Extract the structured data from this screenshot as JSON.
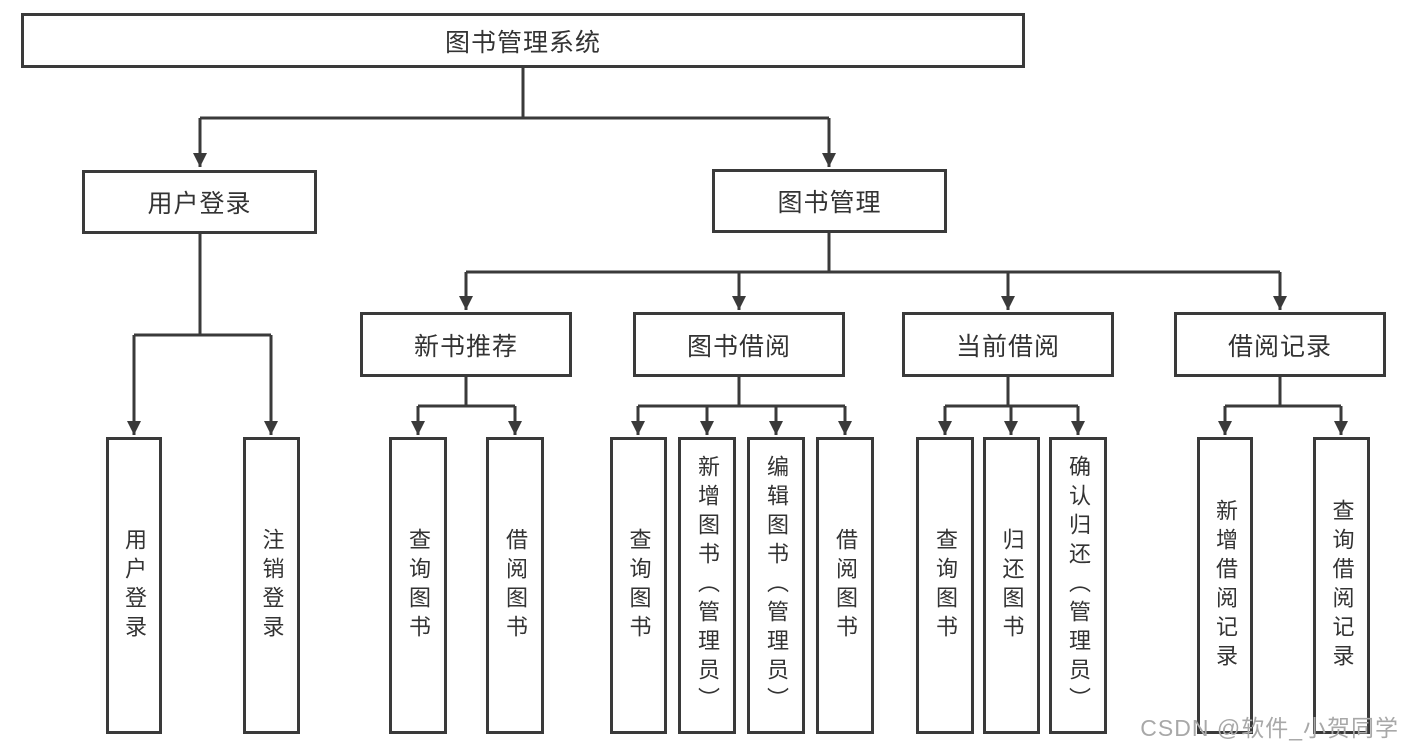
{
  "diagram": {
    "title": "图书管理系统",
    "level2": [
      "用户登录",
      "图书管理"
    ],
    "level3": [
      "新书推荐",
      "图书借阅",
      "当前借阅",
      "借阅记录"
    ],
    "leaves": {
      "login": [
        "用户登录",
        "注销登录"
      ],
      "rec": [
        "查询图书",
        "借阅图书"
      ],
      "borrow": [
        "查询图书",
        "新增图书（管理员）",
        "编辑图书（管理员）",
        "借阅图书"
      ],
      "current": [
        "查询图书",
        "归还图书",
        "确认归还（管理员）"
      ],
      "records": [
        "新增借阅记录",
        "查询借阅记录"
      ]
    }
  },
  "watermark": "CSDN @软件_小贺同学",
  "colors": {
    "line": "#3a3a3a",
    "box_border": "#3a3a3a",
    "text": "#333333",
    "watermark": "#a8a8a8",
    "background": "#ffffff"
  }
}
